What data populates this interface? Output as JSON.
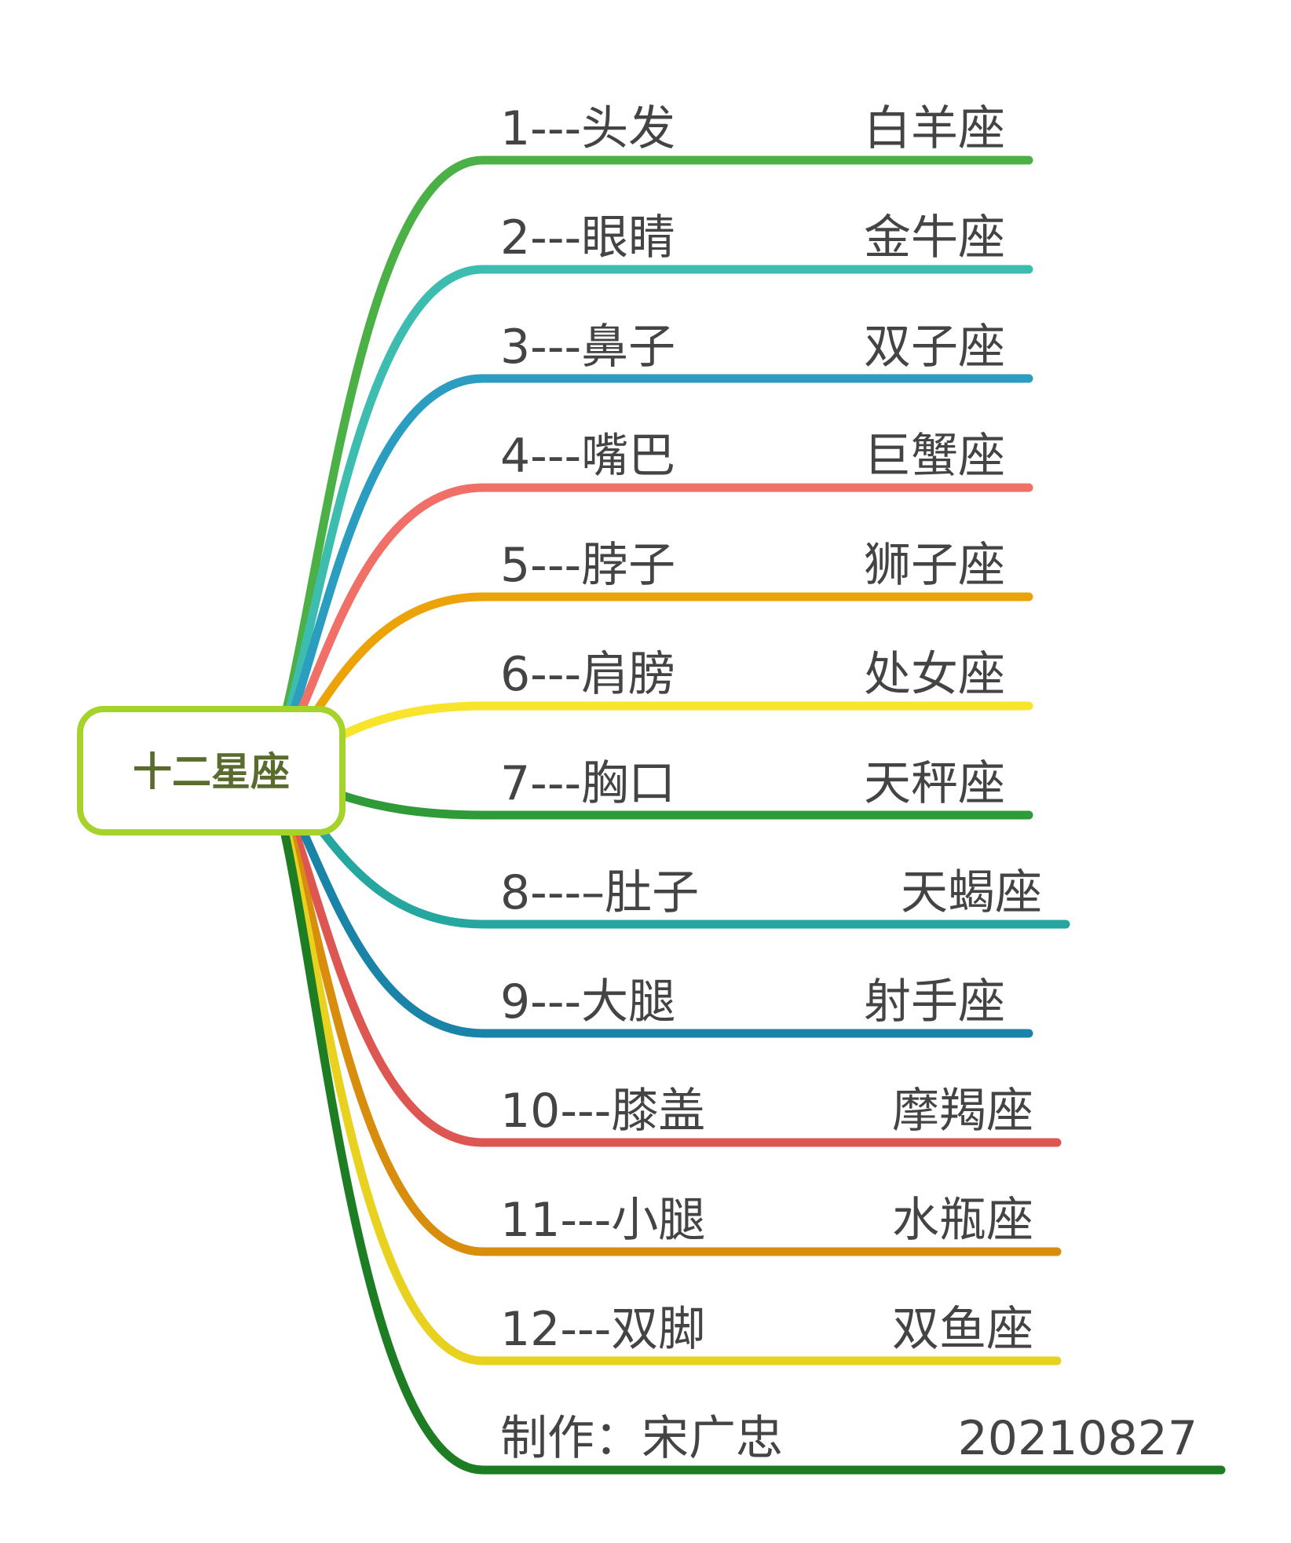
{
  "center": {
    "label": "十二星座",
    "border_color": "#a5d32c",
    "text_color": "#5a6b2e"
  },
  "branches": [
    {
      "left": "1---头发",
      "right": "白羊座",
      "color": "#4bb045"
    },
    {
      "left": "2---眼睛",
      "right": "金牛座",
      "color": "#3dbcb0"
    },
    {
      "left": "3---鼻子",
      "right": "双子座",
      "color": "#2a9dc0"
    },
    {
      "left": "4---嘴巴",
      "right": "巨蟹座",
      "color": "#f07068"
    },
    {
      "left": "5---脖子",
      "right": "狮子座",
      "color": "#eba308"
    },
    {
      "left": "6---肩膀",
      "right": "处女座",
      "color": "#f8e42a"
    },
    {
      "left": "7---胸口",
      "right": "天秤座",
      "color": "#2f9a38"
    },
    {
      "left": "8---–肚子",
      "right": "天蝎座",
      "color": "#25a69f"
    },
    {
      "left": "9---大腿",
      "right": "射手座",
      "color": "#1a84a8"
    },
    {
      "left": "10---膝盖",
      "right": "摩羯座",
      "color": "#dd5652"
    },
    {
      "left": "11---小腿",
      "right": "水瓶座",
      "color": "#d88e0c"
    },
    {
      "left": "12---双脚",
      "right": "双鱼座",
      "color": "#e9d21f"
    },
    {
      "left": "制作：宋广忠",
      "right": "20210827",
      "color": "#1d7d22"
    }
  ]
}
